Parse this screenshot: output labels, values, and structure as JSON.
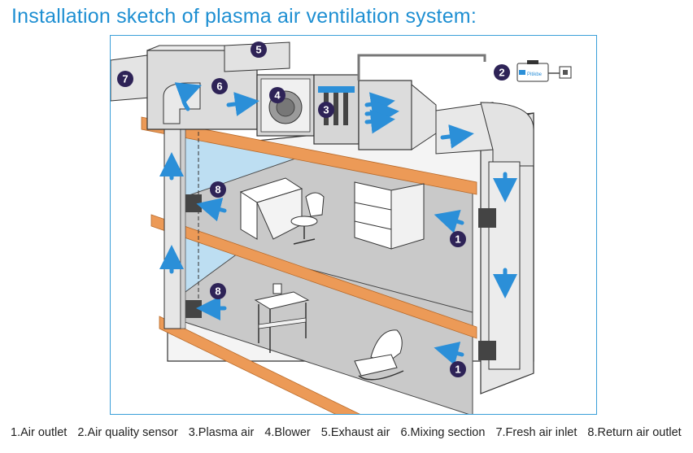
{
  "title": "Installation sketch of plasma air ventilation system:",
  "device_label": "Pitikbe",
  "callouts": [
    "1",
    "1",
    "2",
    "3",
    "4",
    "5",
    "6",
    "7",
    "8",
    "8"
  ],
  "legend": [
    "1.Air outlet",
    "2.Air quality sensor",
    "3.Plasma air",
    "4.Blower",
    "5.Exhaust air",
    "6.Mixing section",
    "7.Fresh air inlet",
    "8.Return air outlet"
  ],
  "colors": {
    "title": "#1e8fd2",
    "frame": "#3a9fd8",
    "badge": "#2e2357",
    "arrow": "#2b8fd8",
    "floor_slab": "#ec9a57",
    "room_floor": "#c9c9c9",
    "glass": "#bde0f5",
    "duct": "#d5d5d5"
  }
}
